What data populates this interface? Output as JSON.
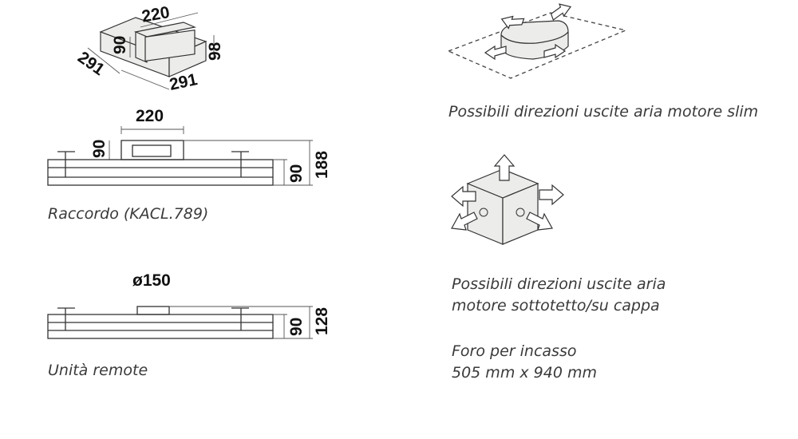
{
  "iso_duct": {
    "top": "220",
    "left_h": "90",
    "right_h": "98",
    "depth": "291",
    "bottom": "291"
  },
  "raccordo": {
    "width": "220",
    "duct_h": "90",
    "body_h": "90",
    "total_h": "188",
    "caption": "Raccordo (KACL.789)"
  },
  "unita": {
    "diameter": "ø150",
    "body_h": "90",
    "total_h": "128",
    "caption": "Unità remote"
  },
  "slim": {
    "caption": "Possibili direzioni uscite aria motore slim"
  },
  "cube": {
    "caption_line1": "Possibili direzioni uscite aria",
    "caption_line2": "motore sottotetto/su cappa"
  },
  "foro": {
    "line1": "Foro per incasso",
    "line2": "505 mm x 940 mm"
  }
}
